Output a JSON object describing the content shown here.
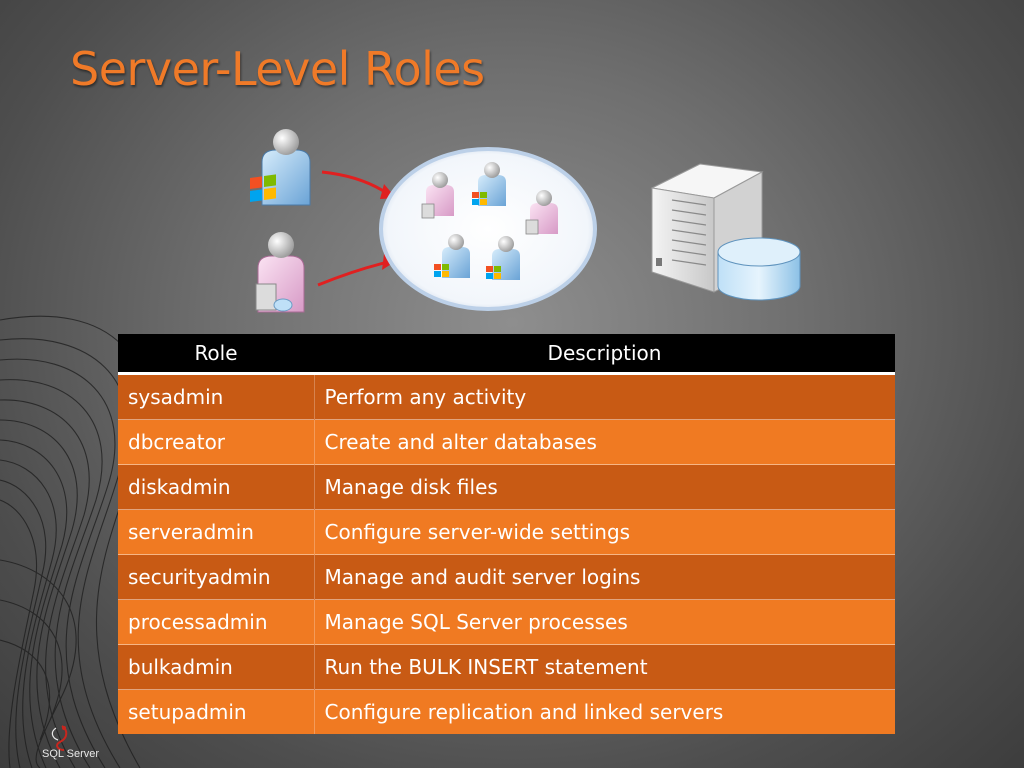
{
  "slide": {
    "title": "Server-Level Roles",
    "accent_color": "#f07a28"
  },
  "table": {
    "headers": [
      "Role",
      "Description"
    ],
    "rows": [
      {
        "role": "sysadmin",
        "description": "Perform any activity"
      },
      {
        "role": "dbcreator",
        "description": "Create and alter databases"
      },
      {
        "role": "diskadmin",
        "description": "Manage disk files"
      },
      {
        "role": "serveradmin",
        "description": "Configure server-wide settings"
      },
      {
        "role": "securityadmin",
        "description": "Manage and audit server logins"
      },
      {
        "role": "processadmin",
        "description": "Manage SQL Server processes"
      },
      {
        "role": "bulkadmin",
        "description": "Run the BULK INSERT statement"
      },
      {
        "role": "setupadmin",
        "description": "Configure replication and linked servers"
      }
    ],
    "row_colors": {
      "odd": "#c85a14",
      "even": "#f07a22",
      "header": "#000000"
    }
  },
  "icons": {
    "windows_user": "windows-user-icon",
    "sql_user": "sql-login-user-icon",
    "role_group": "server-role-group-icon",
    "server": "server-icon",
    "database": "database-icon"
  },
  "footer": {
    "logo_text": "SQL Server"
  }
}
